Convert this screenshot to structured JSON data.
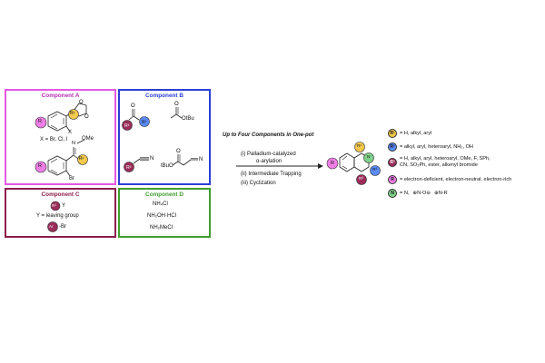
{
  "colors": {
    "compA": "#e458e4",
    "compB": "#2c3fd6",
    "compC": "#8b1d4c",
    "compD": "#3f9d2f",
    "r1": "#f2c94c",
    "r2": "#5b8cff",
    "r3": "#9b2d5a",
    "r": "#ee7ee6",
    "n": "#7fd08a"
  },
  "component_a": {
    "title": "Component A",
    "label_x": "X",
    "x_line": "X = Br, Cl, I",
    "label_ome": "OMe",
    "label_n": "N",
    "label_br": "Br",
    "r_label": "R",
    "r1_label": "R¹"
  },
  "component_b": {
    "title": "Component B",
    "r3_label": "R³",
    "r2_label": "R²",
    "otbu": "OtBu",
    "tbuo": "tBuO",
    "n": "N"
  },
  "component_c": {
    "title": "Component C",
    "r3y": "Y",
    "y_line": "Y = leaving group",
    "ar_label": "Ar",
    "ar_br": "-Br",
    "r3_label": "R³"
  },
  "component_d": {
    "title": "Component D",
    "line1": "NH₄Cl",
    "line2": "NH₂OH·HCl",
    "line3": "NH₂MeCl"
  },
  "reaction": {
    "heading": "Up to Four Components in One-pot",
    "step1a": "(i) Palladium-catalyzed",
    "step1b": "α-arylation",
    "step2": "(ii) Intermediate Trapping",
    "step3": "(iii) Cyclization"
  },
  "product": {
    "r": "R",
    "r1": "R¹",
    "r2": "R²",
    "r3": "R³",
    "n": "N"
  },
  "legend": [
    {
      "chip": "R¹",
      "color": "#f2c94c",
      "text1": "= H, alkyl, aryl",
      "text2": ""
    },
    {
      "chip": "R²",
      "color": "#5b8cff",
      "text1": "= alkyl, aryl, heteroaryl, NH₂, OH",
      "text2": ""
    },
    {
      "chip": "R³",
      "color": "#9b2d5a",
      "text1": "= H, alkyl, aryl, heteroaryl, OMe, F, SPh,",
      "text2": "CN, SO₂Ph, ester, alkenyl bromide"
    },
    {
      "chip": "R",
      "color": "#ee7ee6",
      "text1": "= electron-deficient, electron-neutral, electron-rich",
      "text2": ""
    },
    {
      "chip": "N",
      "color": "#7fd08a",
      "text1": "= N,",
      "text2": ""
    }
  ],
  "legend_n_suffix": {
    "no": "N-O",
    "nr": "N-R",
    "plus": "⊕",
    "minus": "⊖"
  }
}
